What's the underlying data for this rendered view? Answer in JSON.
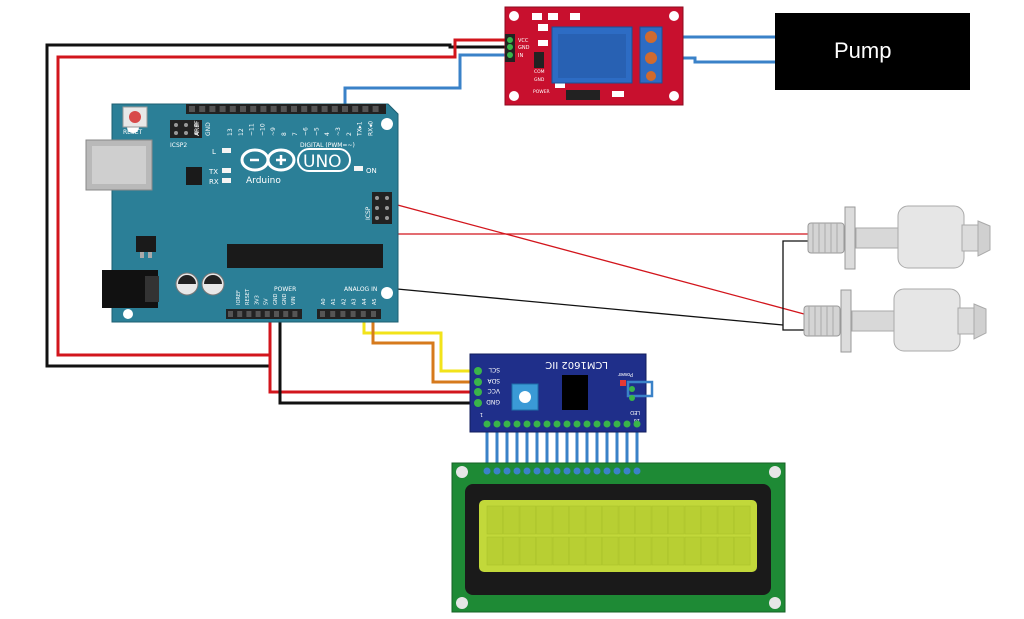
{
  "colors": {
    "arduino_board": "#2b7f97",
    "relay_board": "#c8102e",
    "i2c_board": "#1f2f8a",
    "lcd_pcb": "#1e8a35",
    "lcd_screen": "#c2d83a",
    "pump_box": "#000000",
    "wire_red": "#d2151c",
    "wire_black": "#111111",
    "wire_blue": "#3a82c8",
    "wire_yellow": "#f2e31a",
    "wire_orange": "#d67a1c"
  },
  "arduino": {
    "reset_label": "RESET",
    "icsp2_label": "ICSP2",
    "icsp_label": "ICSP",
    "led_l": "L",
    "led_tx": "TX",
    "led_rx": "RX",
    "on_label": "ON",
    "logo_text": "Arduino",
    "uno_text": "UNO",
    "aref": "AREF",
    "gnd_top": "GND",
    "digital_pins": [
      "13",
      "12",
      "~11",
      "~10",
      "~9",
      "8",
      "7",
      "~6",
      "~5",
      "4",
      "~3",
      "2",
      "TX▸1",
      "RX◂0"
    ],
    "digital_label": "DIGITAL (PWM=~)",
    "power_pins": [
      "IOREF",
      "RESET",
      "3V3",
      "5V",
      "GND",
      "GND",
      "VIN"
    ],
    "power_label": "POWER",
    "analog_pins": [
      "A0",
      "A1",
      "A2",
      "A3",
      "A4",
      "A5"
    ],
    "analog_label": "ANALOG IN"
  },
  "relay": {
    "pins": [
      "VCC",
      "GND",
      "IN"
    ],
    "terminal_labels": [
      "COM",
      "GND"
    ],
    "power_label": "POWER"
  },
  "pump": {
    "label": "Pump"
  },
  "i2c": {
    "title": "LCM1602 IIC",
    "pins": [
      "SCL",
      "SDA",
      "VCC",
      "GND"
    ],
    "power_label": "Power",
    "led_label": "LED",
    "pin1": "1",
    "pin16": "16"
  }
}
